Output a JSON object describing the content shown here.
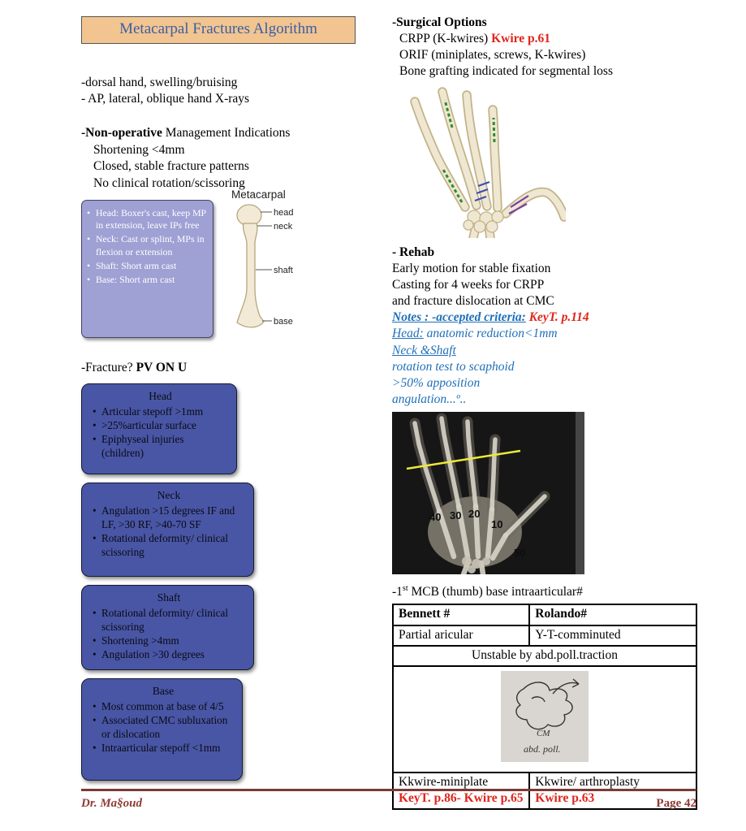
{
  "colors": {
    "title_bg": "#F2C48F",
    "title_text": "#3A5FA8",
    "cast_box_bg": "#9FA0D4",
    "criteria_box_bg": "#4956A5",
    "notes_blue": "#1F6FB8",
    "ref_red": "#E0251B",
    "footer_red": "#8E3A34"
  },
  "title_box": "Metacarpal Fractures Algorithm",
  "left": {
    "exam_line1": "-dorsal hand, swelling/bruising",
    "exam_line2": "- AP, lateral, oblique hand X-rays",
    "nonop_bold": "-Non-operative",
    "nonop_rest": " Management Indications",
    "nonop_item1": "Shortening <4mm",
    "nonop_item2": "Closed, stable fracture patterns",
    "nonop_item3": "No clinical rotation/scissoring",
    "cast_items": [
      "Head: Boxer's cast, keep MP in extension, leave IPs free",
      "Neck: Cast or splint, MPs in flexion or extension",
      "Shaft: Short arm cast",
      "Base: Short arm cast"
    ],
    "bone": {
      "title": "Metacarpal",
      "label_head": "head",
      "label_neck": "neck",
      "label_shaft": "shaft",
      "label_base": "base"
    },
    "fracture_prefix": "-Fracture? ",
    "fracture_bold": "PV ON U",
    "boxes": [
      {
        "title": "Head",
        "items": [
          "Articular stepoff >1mm",
          ">25%articular surface",
          "Epiphyseal injuries (children)"
        ]
      },
      {
        "title": "Neck",
        "items": [
          "Angulation >15 degrees IF and LF, >30 RF, >40-70 SF",
          "Rotational deformity/ clinical scissoring"
        ]
      },
      {
        "title": "Shaft",
        "items": [
          "Rotational deformity/ clinical scissoring",
          "Shortening >4mm",
          "Angulation >30 degrees"
        ]
      },
      {
        "title": "Base",
        "items": [
          "Most common at base of 4/5",
          "Associated CMC subluxation or dislocation",
          "Intraarticular stepoff <1mm"
        ]
      }
    ]
  },
  "right": {
    "surgical_heading": "-Surgical Options",
    "crpp_text": "CRPP (K-kwires) ",
    "crpp_ref": "Kwire p.61",
    "orif_text": "ORIF (miniplates, screws, K-kwires)",
    "graft_text": "Bone grafting indicated for segmental loss",
    "rehab_heading": "- Rehab",
    "rehab_line1": "Early motion for stable fixation",
    "rehab_line2": "Casting for 4 weeks for CRPP",
    "rehab_line3": "and fracture dislocation at CMC",
    "notes_label1": "Notes : ",
    "notes_label2": " -accepted criteria:",
    "notes_ref": "KeyT. p.114",
    "notes_head_label": "Head:",
    "notes_head_rest": " anatomic reduction<1mm",
    "notes_neck": "Neck &Shaft",
    "notes_rotation": "rotation test to scaphoid",
    "notes_apposition": ">50% apposition",
    "notes_angulation": "angulation...º..",
    "xray": {
      "n40": "40",
      "n30": "30",
      "n20": "20",
      "n10": "10",
      "n50": "50"
    },
    "mcb_prefix": "-1",
    "mcb_sup": "st",
    "mcb_rest": " MCB (thumb) base intraarticular#",
    "table": {
      "header_left": "Bennett #",
      "header_right": "Rolando#",
      "row1_left": "Partial aricular",
      "row1_right": "Y-T-comminuted",
      "merged": "Unstable by abd.poll.traction",
      "sketch_text": "CM",
      "sketch_caption": "abd. poll.",
      "row2_left_main": "Kkwire-miniplate",
      "row2_left_ref": "KeyT. p.86- Kwire p.65",
      "row2_right_main": "Kkwire/ arthroplasty",
      "row2_right_ref": "Kwire p.63"
    }
  },
  "footer": {
    "author": "Dr. Ma§oud",
    "page": "Page 42"
  }
}
